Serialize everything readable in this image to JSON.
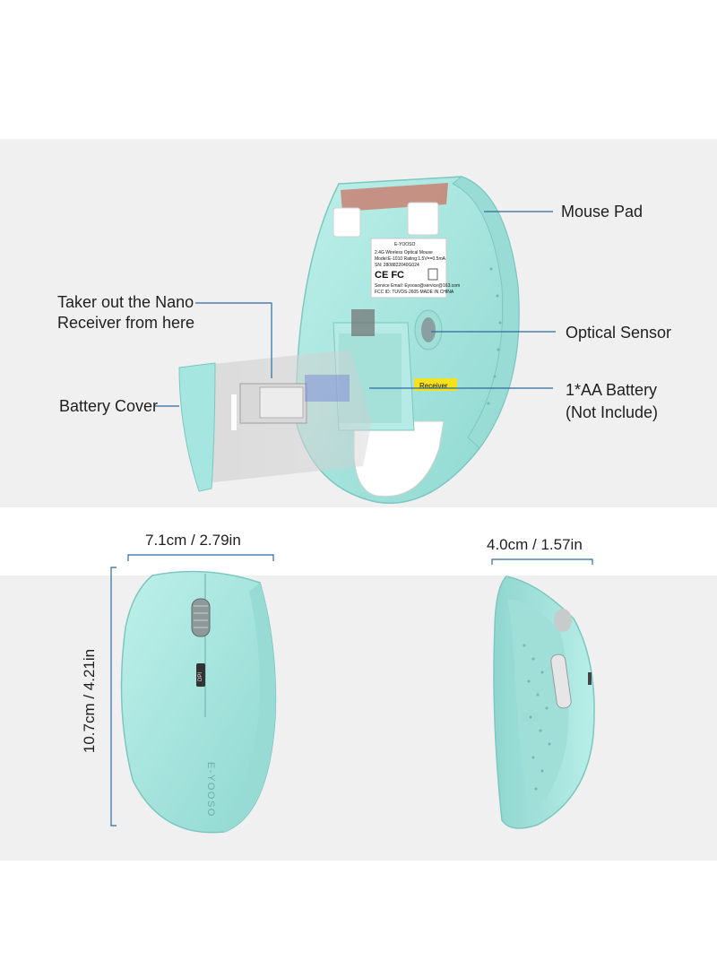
{
  "callouts": {
    "mouse_pad": "Mouse Pad",
    "optical_sensor": "Optical Sensor",
    "battery_line1": "1*AA Battery",
    "battery_line2": "(Not Include)",
    "nano_line1": "Taker out the Nano",
    "nano_line2": "Receiver from here",
    "battery_cover": "Battery Cover"
  },
  "bottom_label": {
    "brand": "E-YOOSO",
    "line1": "2.4G Wireless Optical Mouse",
    "line2": "Model:E-1010   Rating:1.5V==0.5mA",
    "line3": "SN: 2808822040G024",
    "certs": "CE FC",
    "line4": "Service Email: Eyooso@service@163.com",
    "line5": "FCC ID: TUVDS-2605            MADE IN CHINA"
  },
  "receiver_sticker": "Receiver",
  "dimensions": {
    "width": "7.1cm / 2.79in",
    "length": "10.7cm / 4.21in",
    "height": "4.0cm / 1.57in"
  },
  "top_view": {
    "brand": "E-YOOSO",
    "dpi_button": "DPI"
  },
  "colors": {
    "mint": "#a6e6e0",
    "mint_dark": "#7fc8c1",
    "guide_line": "#2e6a9e",
    "panel_bg": "#f0f0f0"
  }
}
